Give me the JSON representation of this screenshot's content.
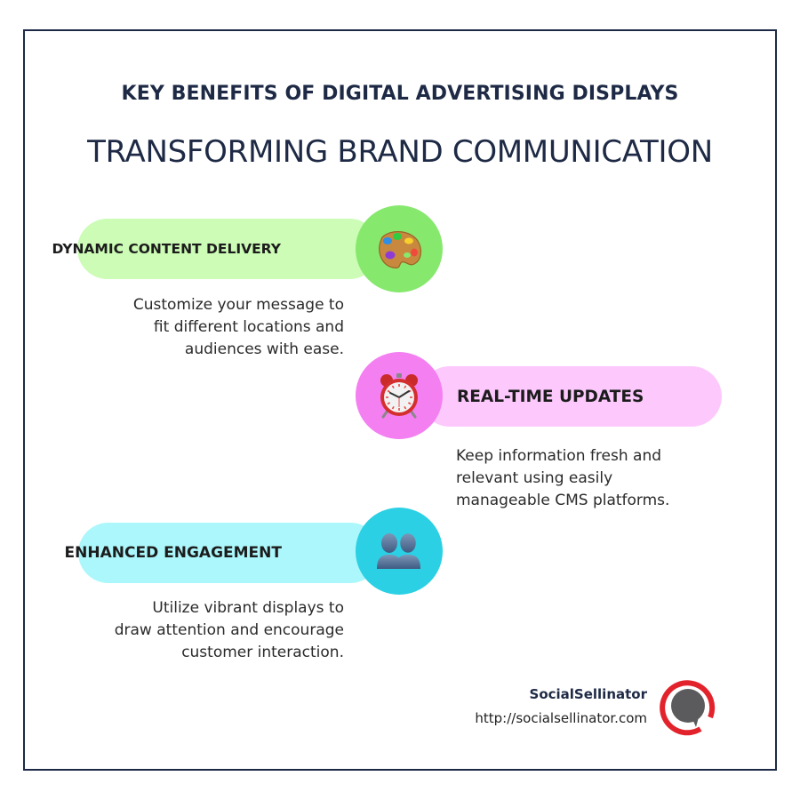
{
  "header": {
    "title": "KEY BENEFITS OF DIGITAL ADVERTISING DISPLAYS",
    "subtitle": "TRANSFORMING BRAND COMMUNICATION"
  },
  "benefits": [
    {
      "label": "DYNAMIC CONTENT DELIVERY",
      "icon": "palette-icon",
      "pill_color": "#ccfcb6",
      "circle_color": "#87e86e",
      "description_lines": [
        "Customize your message to",
        "fit different locations and",
        "audiences with ease."
      ]
    },
    {
      "label": "REAL-TIME UPDATES",
      "icon": "alarm-clock-icon",
      "pill_color": "#fdc9fd",
      "circle_color": "#f47ff1",
      "description_lines": [
        "Keep information fresh and",
        "relevant using easily",
        "manageable CMS platforms."
      ]
    },
    {
      "label": "ENHANCED ENGAGEMENT",
      "icon": "users-icon",
      "pill_color": "#acf7fb",
      "circle_color": "#2bd0e4",
      "description_lines": [
        "Utilize vibrant displays to",
        "draw attention and encourage",
        "customer interaction."
      ]
    }
  ],
  "footer": {
    "brand_name": "SocialSellinator",
    "url": "http://socialsellinator.com",
    "logo_ring_color": "#e3232c",
    "logo_bubble_color": "#5b5b5d"
  },
  "colors": {
    "navy": "#1e2a45"
  }
}
